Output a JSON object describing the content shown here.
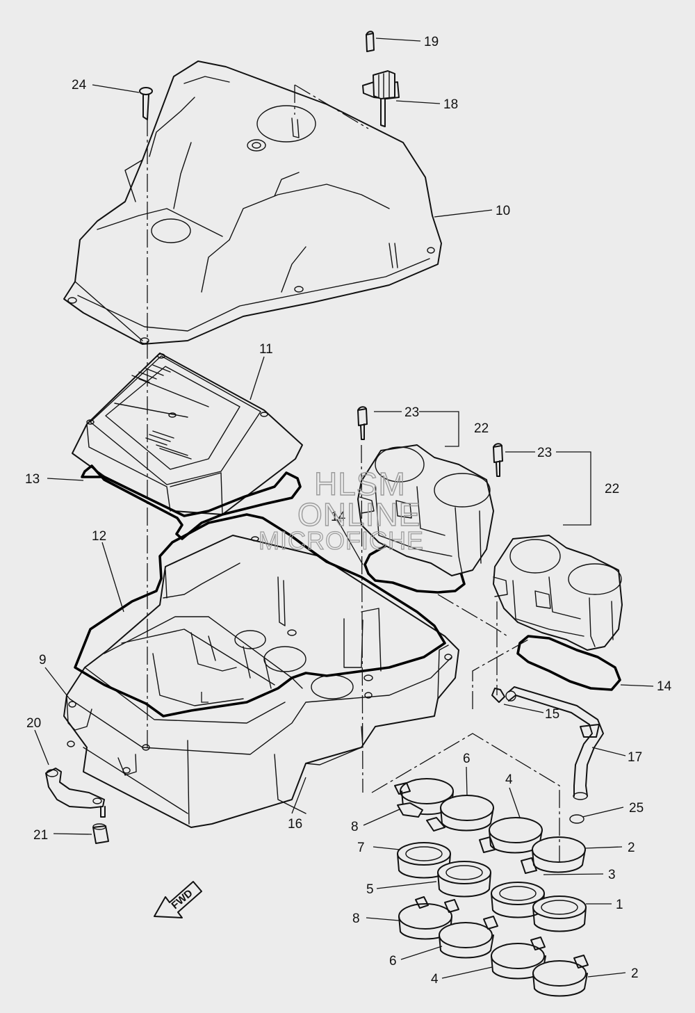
{
  "callouts": [
    {
      "id": "c1",
      "text": "1"
    },
    {
      "id": "c2a",
      "text": "2"
    },
    {
      "id": "c2b",
      "text": "2"
    },
    {
      "id": "c3",
      "text": "3"
    },
    {
      "id": "c4a",
      "text": "4"
    },
    {
      "id": "c4b",
      "text": "4"
    },
    {
      "id": "c5",
      "text": "5"
    },
    {
      "id": "c6a",
      "text": "6"
    },
    {
      "id": "c6b",
      "text": "6"
    },
    {
      "id": "c7",
      "text": "7"
    },
    {
      "id": "c8a",
      "text": "8"
    },
    {
      "id": "c8b",
      "text": "8"
    },
    {
      "id": "c9",
      "text": "9"
    },
    {
      "id": "c10",
      "text": "10"
    },
    {
      "id": "c11",
      "text": "11"
    },
    {
      "id": "c12",
      "text": "12"
    },
    {
      "id": "c13",
      "text": "13"
    },
    {
      "id": "c14a",
      "text": "14"
    },
    {
      "id": "c14b",
      "text": "14"
    },
    {
      "id": "c15",
      "text": "15"
    },
    {
      "id": "c16",
      "text": "16"
    },
    {
      "id": "c17",
      "text": "17"
    },
    {
      "id": "c18",
      "text": "18"
    },
    {
      "id": "c19",
      "text": "19"
    },
    {
      "id": "c20",
      "text": "20"
    },
    {
      "id": "c21",
      "text": "21"
    },
    {
      "id": "c22a",
      "text": "22"
    },
    {
      "id": "c22b",
      "text": "22"
    },
    {
      "id": "c23a",
      "text": "23"
    },
    {
      "id": "c23b",
      "text": "23"
    },
    {
      "id": "c24",
      "text": "24"
    },
    {
      "id": "c25",
      "text": "25"
    }
  ],
  "direction_marker": "FWD",
  "watermark": {
    "line1": "HLSM",
    "line2": "ONLINE",
    "line3": "MICROFICHE"
  }
}
